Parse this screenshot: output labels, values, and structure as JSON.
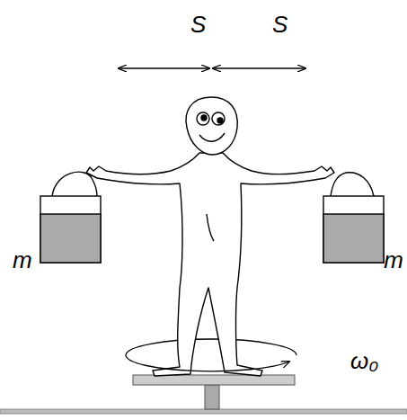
{
  "diagram": {
    "labels": [
      "S",
      "S",
      "m",
      "m",
      "ω₀"
    ]
  }
}
